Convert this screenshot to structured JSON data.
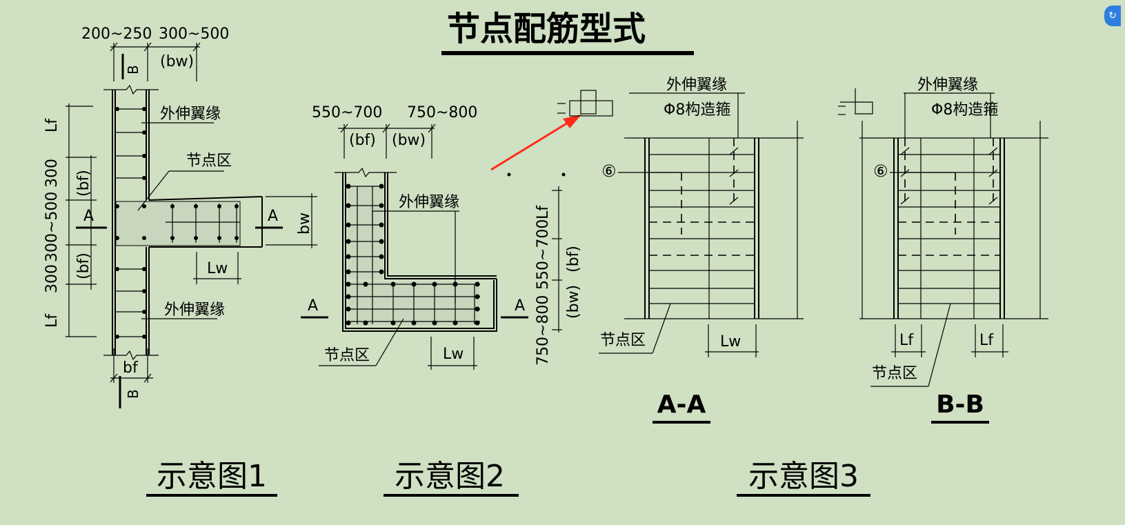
{
  "title": "节点配筋型式",
  "fig1": {
    "caption": "示意图1",
    "dim_top_left": "200~250",
    "dim_top_right": "300~500",
    "bw": "(bw)",
    "B": "B",
    "Lf": "Lf",
    "n300": "300",
    "bf_paren": "(bf)",
    "range_300_500": "300~500",
    "A": "A",
    "flange": "外伸翼缘",
    "node_zone": "节点区",
    "bw_label": "bw",
    "Lw": "Lw",
    "bf": "bf"
  },
  "fig2": {
    "caption": "示意图2",
    "dim_top_left": "550~700",
    "dim_top_right": "750~800",
    "bf_paren": "(bf)",
    "bw_paren": "(bw)",
    "flange": "外伸翼缘",
    "node_zone": "节点区",
    "A": "A",
    "Lw": "Lw",
    "Lf": "Lf",
    "range_550_700": "550~700",
    "range_750_800": "750~800"
  },
  "fig3": {
    "caption": "示意图3",
    "section_aa": "A-A",
    "section_bb": "B-B",
    "flange": "外伸翼缘",
    "stirrup": "Φ8构造箍",
    "node_zone": "节点区",
    "marker": "⑥",
    "Lw": "Lw",
    "Lf": "Lf"
  },
  "colors": {
    "background": "#cfe0c3",
    "arrow": "#ff2a1a",
    "ui_button": "#2c7fe0"
  },
  "ui": {
    "side_button_icon": "share-icon"
  }
}
